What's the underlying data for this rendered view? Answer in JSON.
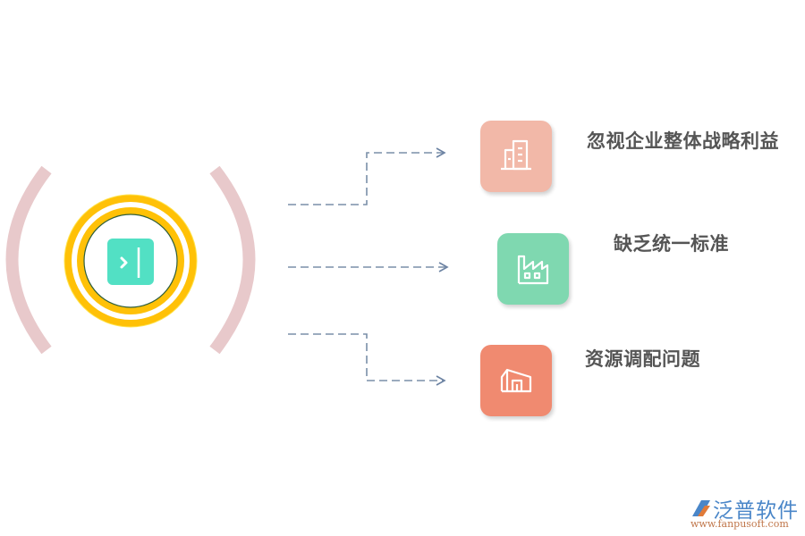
{
  "center": {
    "icon": "sidebar-collapse-icon",
    "colors": {
      "outer_ring": "#ffc107",
      "inner_ring": "#ffc107",
      "inner_border": "#2e5e3c",
      "icon_bg": "#52e0c4",
      "brackets": "#e8c9cb"
    }
  },
  "connectors": {
    "color": "#7a8fa8",
    "style": "dashed-arrow"
  },
  "items": [
    {
      "label": "忽视企业整体战略利益",
      "icon": "office-building-icon",
      "color": "#f2b8a8"
    },
    {
      "label": "缺乏统一标准",
      "icon": "factory-icon",
      "color": "#7fd8b0"
    },
    {
      "label": "资源调配问题",
      "icon": "warehouse-icon",
      "color": "#f08a70"
    }
  ],
  "watermark": {
    "brand": "泛普软件",
    "url": "www.fanpusoft.com"
  }
}
